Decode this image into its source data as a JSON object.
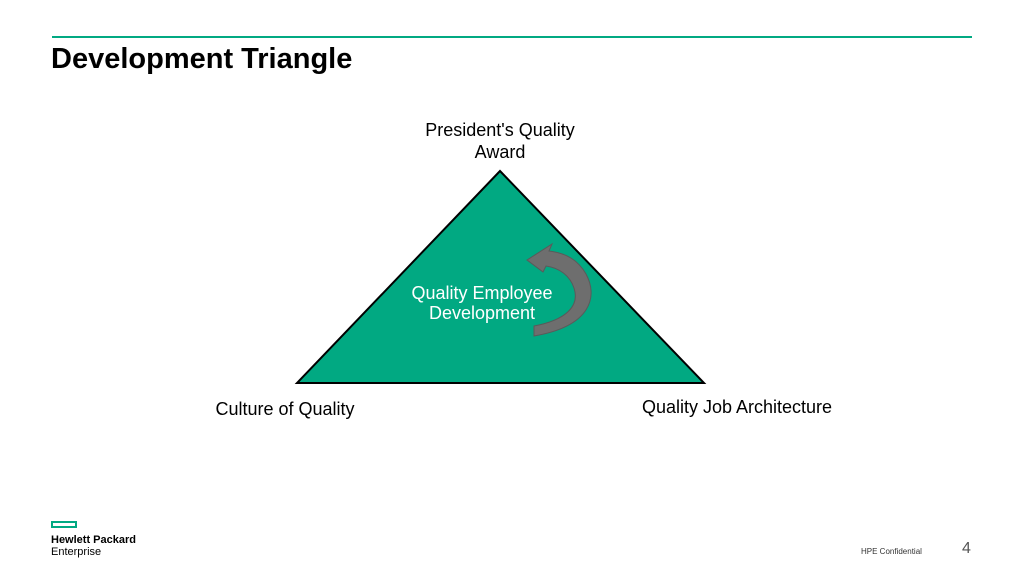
{
  "slide": {
    "title": "Development Triangle",
    "footer_confidential": "HPE Confidential",
    "page_number": "4"
  },
  "diagram": {
    "top_label_line1": "President's Quality",
    "top_label_line2": "Award",
    "left_label": "Culture of Quality",
    "right_label": "Quality Job Architecture",
    "center_line1": "Quality Employee",
    "center_line2": "Development",
    "fill_color": "#01a982",
    "arrow_color": "#6e6e6e",
    "arrow_icon": "curved-arrow-icon"
  },
  "logo": {
    "line1": "Hewlett Packard",
    "line2": "Enterprise",
    "accent_color": "#01a982"
  }
}
